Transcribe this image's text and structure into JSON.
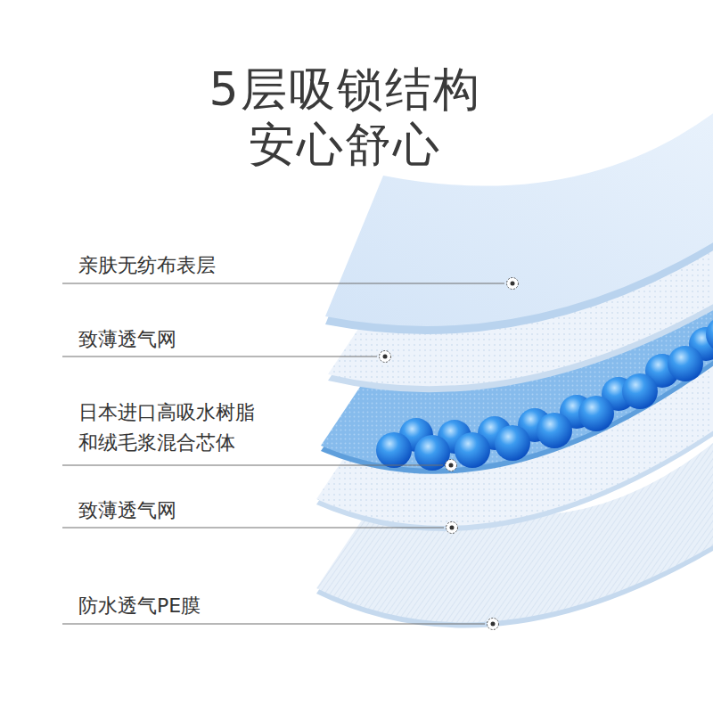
{
  "diagram": {
    "title": "5层吸锁结构 安心舒心",
    "labels": [
      "亲肤无纺布表层",
      "致薄透气网",
      "日本进口高吸水树脂 和绒毛浆混合芯体",
      "致薄透气网",
      "防水透气PE膜"
    ]
  }
}
